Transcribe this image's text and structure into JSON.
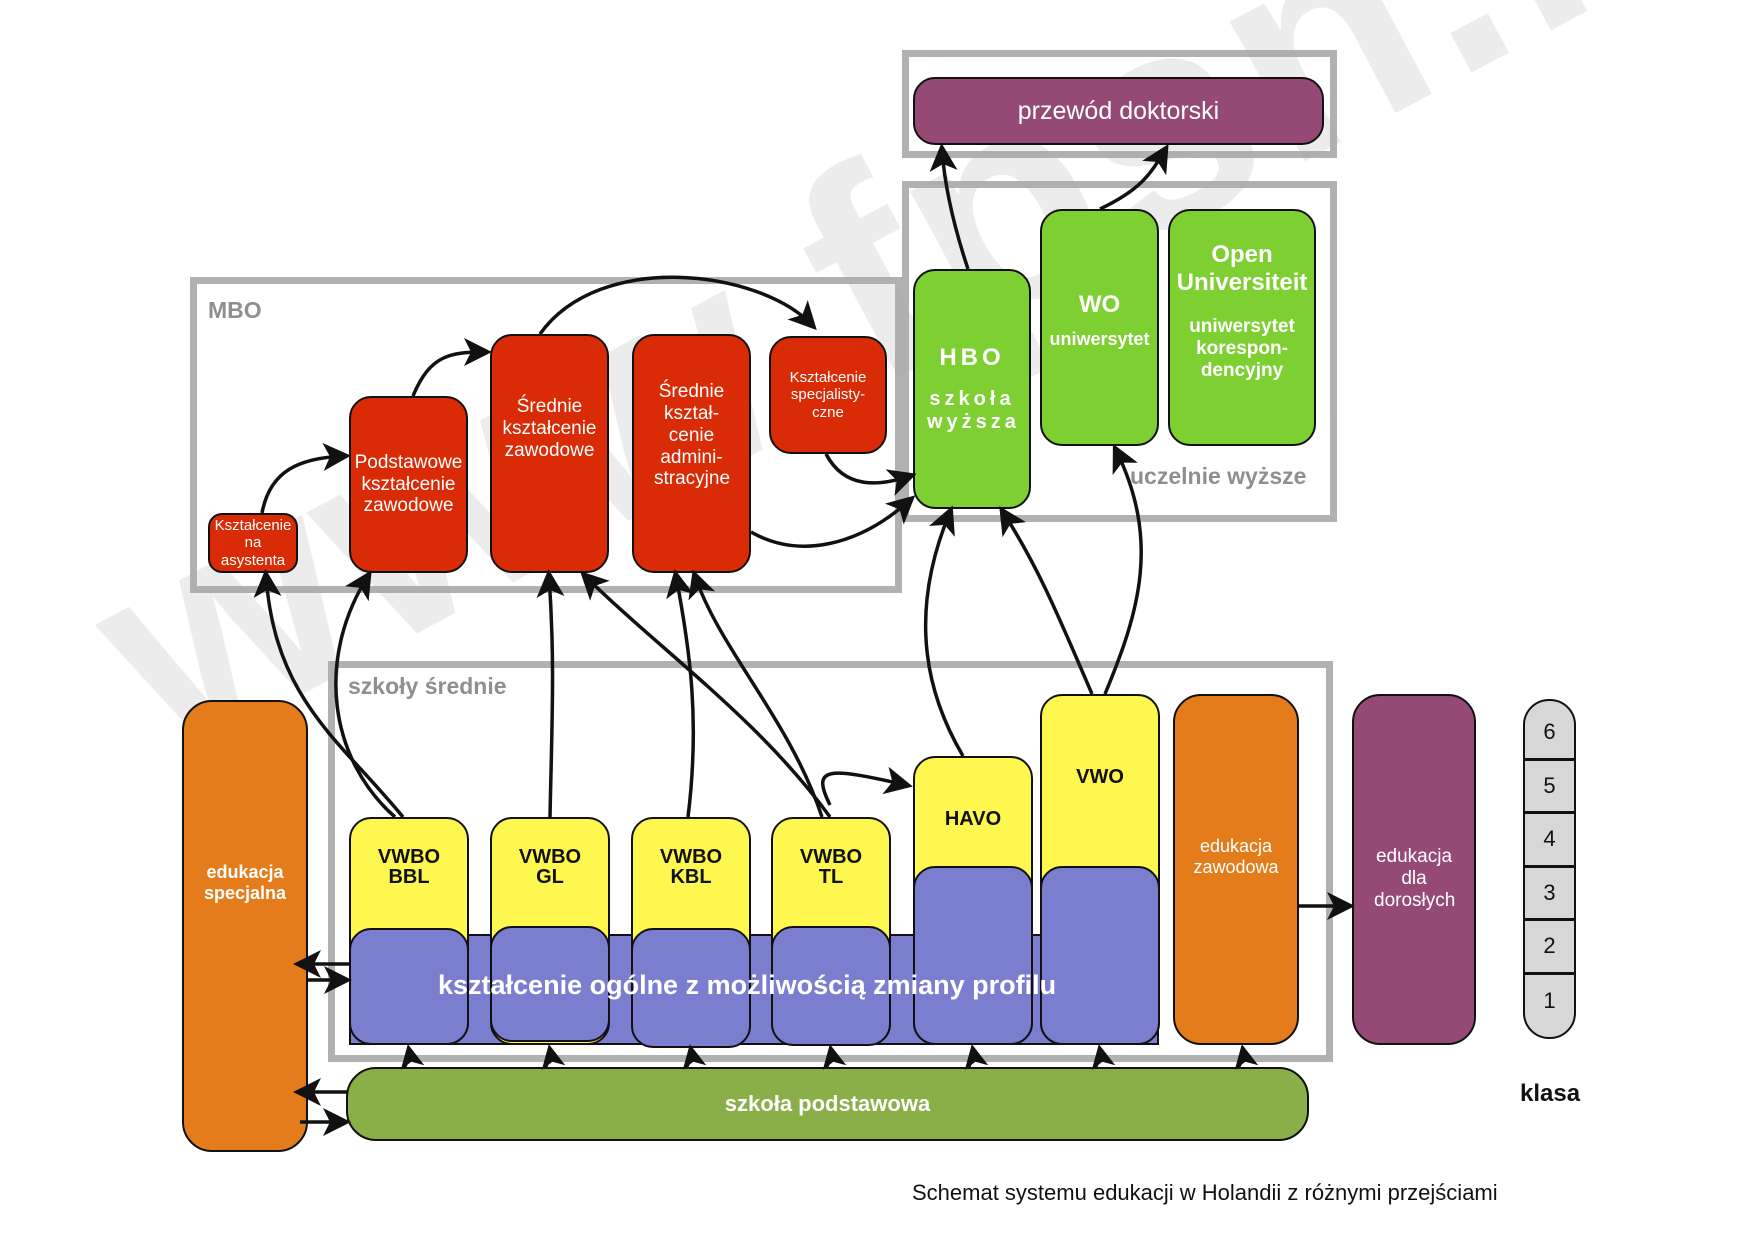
{
  "watermark": "www.fpsn.nl",
  "frames": {
    "mbo": "MBO",
    "uczelnie": "uczelnie wyższe",
    "szkoly": "szkoły średnie"
  },
  "doktorat": "przewód doktorski",
  "hbo": {
    "title": "HBO",
    "subtitle": "szkoła wyższa"
  },
  "wo": {
    "title": "WO",
    "subtitle": "uniwersytet"
  },
  "ou": {
    "title": "Open Universiteit",
    "subtitle": "uniwersytet korespon-dencyjny"
  },
  "mbo_boxes": {
    "asystent": "Kształcenie na asystenta",
    "podstawowe": "Podstawowe kształcenie zawodowe",
    "srednie": "Średnie kształcenie zawodowe",
    "admin": "Średnie kształ-cenie admini-stracyjne",
    "specjal": "Kształcenie specjalisty-czne"
  },
  "secondary": {
    "vwbo_bbl": "VWBO BBL",
    "vwbo_gl": "VWBO GL",
    "vwbo_kbl": "VWBO KBL",
    "vwbo_tl": "VWBO TL",
    "havo": "HAVO",
    "vwo": "VWO",
    "general": "kształcenie ogólne z możliwością zmiany profilu"
  },
  "specjalna": "edukacja specjalna",
  "zawodowa": "edukacja zawodowa",
  "dorosli": "edukacja dla dorosłych",
  "podstawowa": "szkoła podstawowa",
  "klasa": {
    "label": "klasa",
    "grades": [
      "6",
      "5",
      "4",
      "3",
      "2",
      "1"
    ]
  },
  "caption": "Schemat systemu edukacji w Holandii z różnymi przejściami",
  "colors": {
    "mbo": "#d92b06",
    "higher": "#7ed032",
    "doctorate": "#944a75",
    "secondary_track": "#fdf750",
    "general": "#7b7ecf",
    "primary": "#8aae48",
    "special": "#e47c1c",
    "frame": "#a8a8a8"
  }
}
